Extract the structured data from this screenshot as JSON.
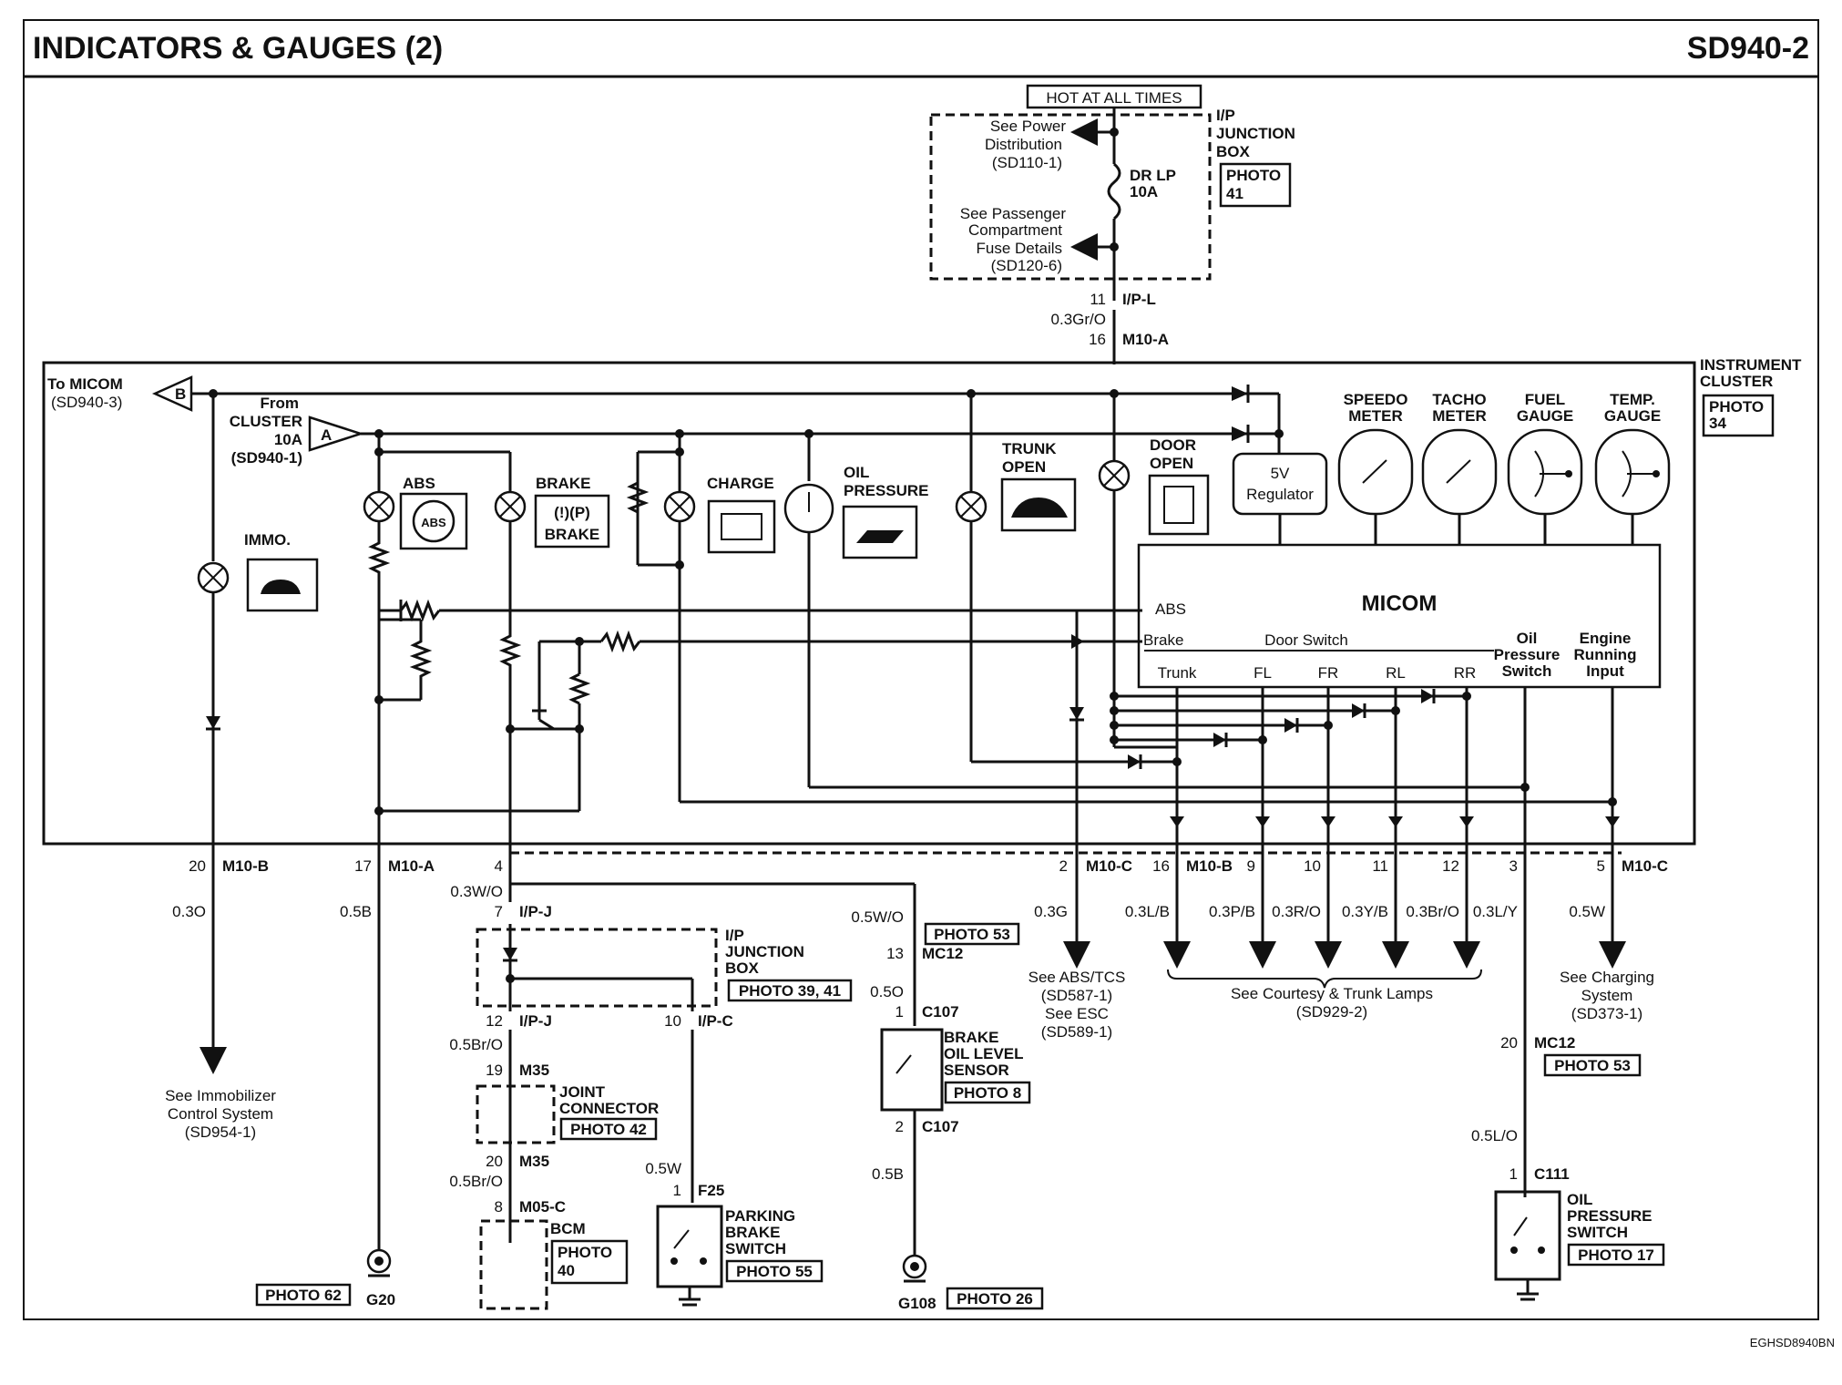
{
  "header": {
    "title": "INDICATORS & GAUGES (2)",
    "code": "SD940-2"
  },
  "footer_code": "EGHSD8940BN",
  "top": {
    "hot_at_all_times": "HOT AT ALL TIMES",
    "see_power": [
      "See Power",
      "Distribution",
      "(SD110-1)"
    ],
    "see_fuse": [
      "See Passenger",
      "Compartment",
      "Fuse Details",
      "(SD120-6)"
    ],
    "fuse": [
      "DR LP",
      "10A"
    ],
    "jbox": [
      "I/P",
      "JUNCTION",
      "BOX"
    ],
    "jbox_photo": [
      "PHOTO",
      "41"
    ],
    "pin_ipl_num": "11",
    "pin_ipl": "I/P-L",
    "wire_top": "0.3Gr/O",
    "pin_m10a_num": "16",
    "pin_m10a": "M10-A"
  },
  "cluster": {
    "label": [
      "INSTRUMENT",
      "CLUSTER"
    ],
    "photo": [
      "PHOTO",
      "34"
    ],
    "to_micom": [
      "To MICOM",
      "(SD940-3)"
    ],
    "conn_b": "B",
    "from_cluster": [
      "From",
      "CLUSTER",
      "10A",
      "(SD940-1)"
    ],
    "conn_a": "A",
    "immo": "IMMO.",
    "abs": "ABS",
    "abs_icon": "ABS",
    "brake": "BRAKE",
    "brake_icon": "(!)(P)",
    "brake_sub": "BRAKE",
    "charge": "CHARGE",
    "oil": [
      "OIL",
      "PRESSURE"
    ],
    "trunk": [
      "TRUNK",
      "OPEN"
    ],
    "door": [
      "DOOR",
      "OPEN"
    ],
    "regulator": [
      "5V",
      "Regulator"
    ],
    "v5": "5V",
    "gauges": [
      [
        "SPEEDO",
        "METER"
      ],
      [
        "TACHO",
        "METER"
      ],
      [
        "FUEL",
        "GAUGE"
      ],
      [
        "TEMP.",
        "GAUGE"
      ]
    ],
    "micom": "MICOM",
    "micom_abs": "ABS",
    "micom_brake": "Brake",
    "door_switch": "Door Switch",
    "trunk_in": "Trunk",
    "fl": "FL",
    "fr": "FR",
    "rl": "RL",
    "rr": "RR",
    "oil_sw": [
      "Oil",
      "Pressure",
      "Switch"
    ],
    "engine": [
      "Engine",
      "Running",
      "Input"
    ]
  },
  "pins": [
    {
      "num": "20",
      "conn": "M10-B"
    },
    {
      "num": "17",
      "conn": "M10-A"
    },
    {
      "num": "4",
      "conn": ""
    },
    {
      "num": "2",
      "conn": "M10-C"
    },
    {
      "num": "16",
      "conn": "M10-B"
    },
    {
      "num": "9",
      "conn": ""
    },
    {
      "num": "10",
      "conn": ""
    },
    {
      "num": "11",
      "conn": ""
    },
    {
      "num": "12",
      "conn": ""
    },
    {
      "num": "3",
      "conn": ""
    },
    {
      "num": "5",
      "conn": "M10-C"
    }
  ],
  "wires": {
    "w20": "0.3O",
    "w17": "0.5B",
    "w4": "0.3W/O",
    "w2": "0.3G",
    "w16": "0.3L/B",
    "w9": "0.3P/B",
    "w10": "0.3R/O",
    "w11": "0.3Y/B",
    "w12": "0.3Br/O",
    "w3": "0.3L/Y",
    "w5": "0.5W"
  },
  "lower": {
    "ipj7_num": "7",
    "ipj7": "I/P-J",
    "jbox2": [
      "I/P",
      "JUNCTION",
      "BOX"
    ],
    "jbox2_photo": "PHOTO 39, 41",
    "ipj12_num": "12",
    "ipj12": "I/P-J",
    "ipc10_num": "10",
    "ipc10": "I/P-C",
    "w_05bro_a": "0.5Br/O",
    "m35_19_num": "19",
    "m35": "M35",
    "joint": [
      "JOINT",
      "CONNECTOR"
    ],
    "joint_photo": "PHOTO 42",
    "m35_20_num": "20",
    "w_05bro_b": "0.5Br/O",
    "m05c_num": "8",
    "m05c": "M05-C",
    "bcm": "BCM",
    "bcm_photo": [
      "PHOTO",
      "40"
    ],
    "w_05w_pb": "0.5W",
    "f25_num": "1",
    "f25": "F25",
    "parking": [
      "PARKING",
      "BRAKE",
      "SWITCH"
    ],
    "parking_photo": "PHOTO 55",
    "g20": "G20",
    "g20_photo": "PHOTO 62",
    "see_immo": [
      "See Immobilizer",
      "Control System",
      "(SD954-1)"
    ],
    "w_05wo": "0.5W/O",
    "photo53a": "PHOTO 53",
    "mc12_13_num": "13",
    "mc12": "MC12",
    "w_05o": "0.5O",
    "c107_1_num": "1",
    "c107": "C107",
    "brake_oil": [
      "BRAKE",
      "OIL LEVEL",
      "SENSOR"
    ],
    "brake_oil_photo": "PHOTO 8",
    "c107_2_num": "2",
    "w_05b_g108": "0.5B",
    "g108": "G108",
    "g108_photo": "PHOTO 26",
    "see_abs": [
      "See ABS/TCS",
      "(SD587-1)",
      "See ESC",
      "(SD589-1)"
    ],
    "see_courtesy": [
      "See Courtesy & Trunk Lamps",
      "(SD929-2)"
    ],
    "see_charging": [
      "See Charging",
      "System",
      "(SD373-1)"
    ],
    "mc12_20_num": "20",
    "photo53b": "PHOTO 53",
    "w_05lo": "0.5L/O",
    "c111_num": "1",
    "c111": "C111",
    "oil_sw": [
      "OIL",
      "PRESSURE",
      "SWITCH"
    ],
    "oil_sw_photo": "PHOTO 17"
  }
}
